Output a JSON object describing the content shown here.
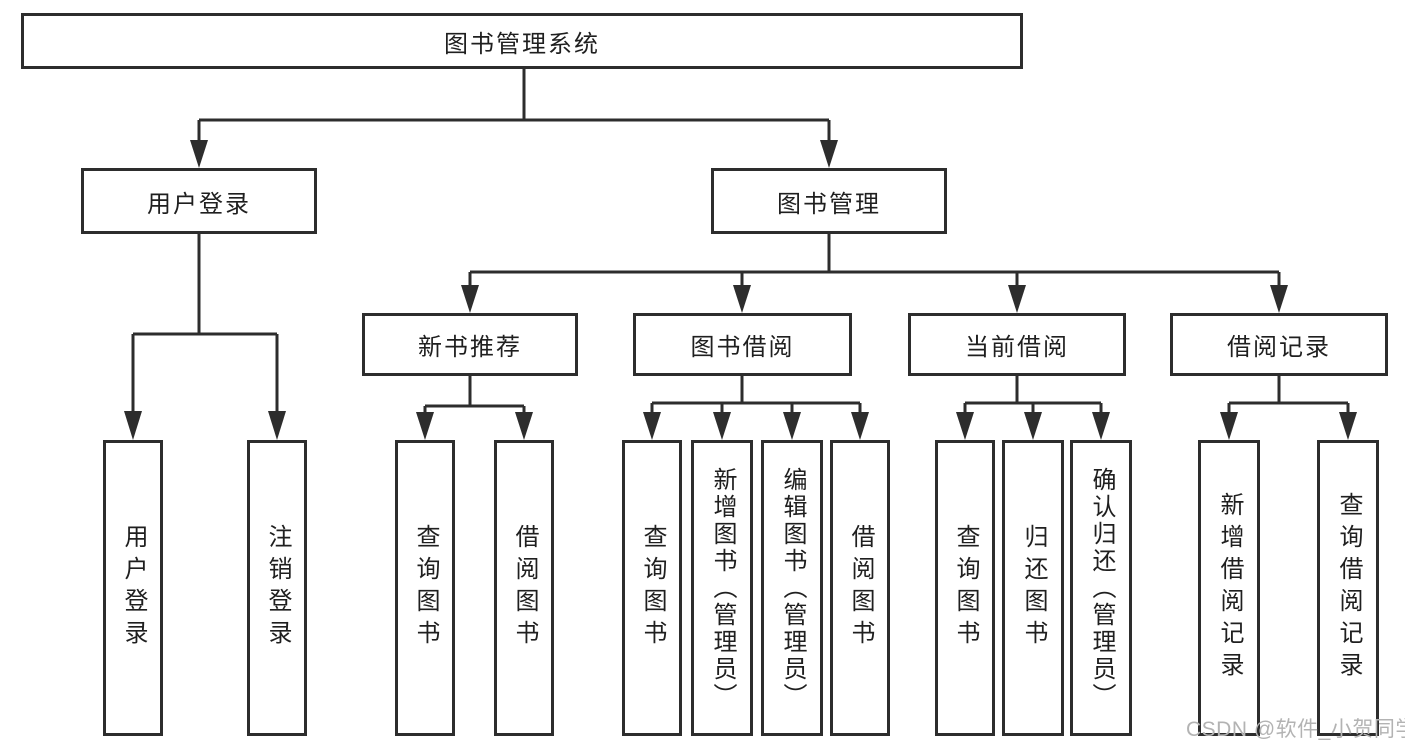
{
  "colors": {
    "background": "#ffffff",
    "line": "#2d2d2d",
    "box_border": "#2d2d2d",
    "text": "#1f1f1f",
    "watermark": "#b3b3b3"
  },
  "diagram": {
    "root": {
      "label": "图书管理系统"
    },
    "level2": [
      {
        "label": "用户登录"
      },
      {
        "label": "图书管理"
      }
    ],
    "level3": [
      {
        "label": "新书推荐"
      },
      {
        "label": "图书借阅"
      },
      {
        "label": "当前借阅"
      },
      {
        "label": "借阅记录"
      }
    ],
    "leaves": [
      {
        "label": "用户登录"
      },
      {
        "label": "注销登录"
      },
      {
        "label": "查询图书"
      },
      {
        "label": "借阅图书"
      },
      {
        "label": "查询图书"
      },
      {
        "label": "新增图书（管理员）"
      },
      {
        "label": "编辑图书（管理员）"
      },
      {
        "label": "借阅图书"
      },
      {
        "label": "查询图书"
      },
      {
        "label": "归还图书"
      },
      {
        "label": "确认归还（管理员）"
      },
      {
        "label": "新增借阅记录"
      },
      {
        "label": "查询借阅记录"
      }
    ]
  },
  "watermark": {
    "text": "CSDN @软件_小贺同学"
  }
}
